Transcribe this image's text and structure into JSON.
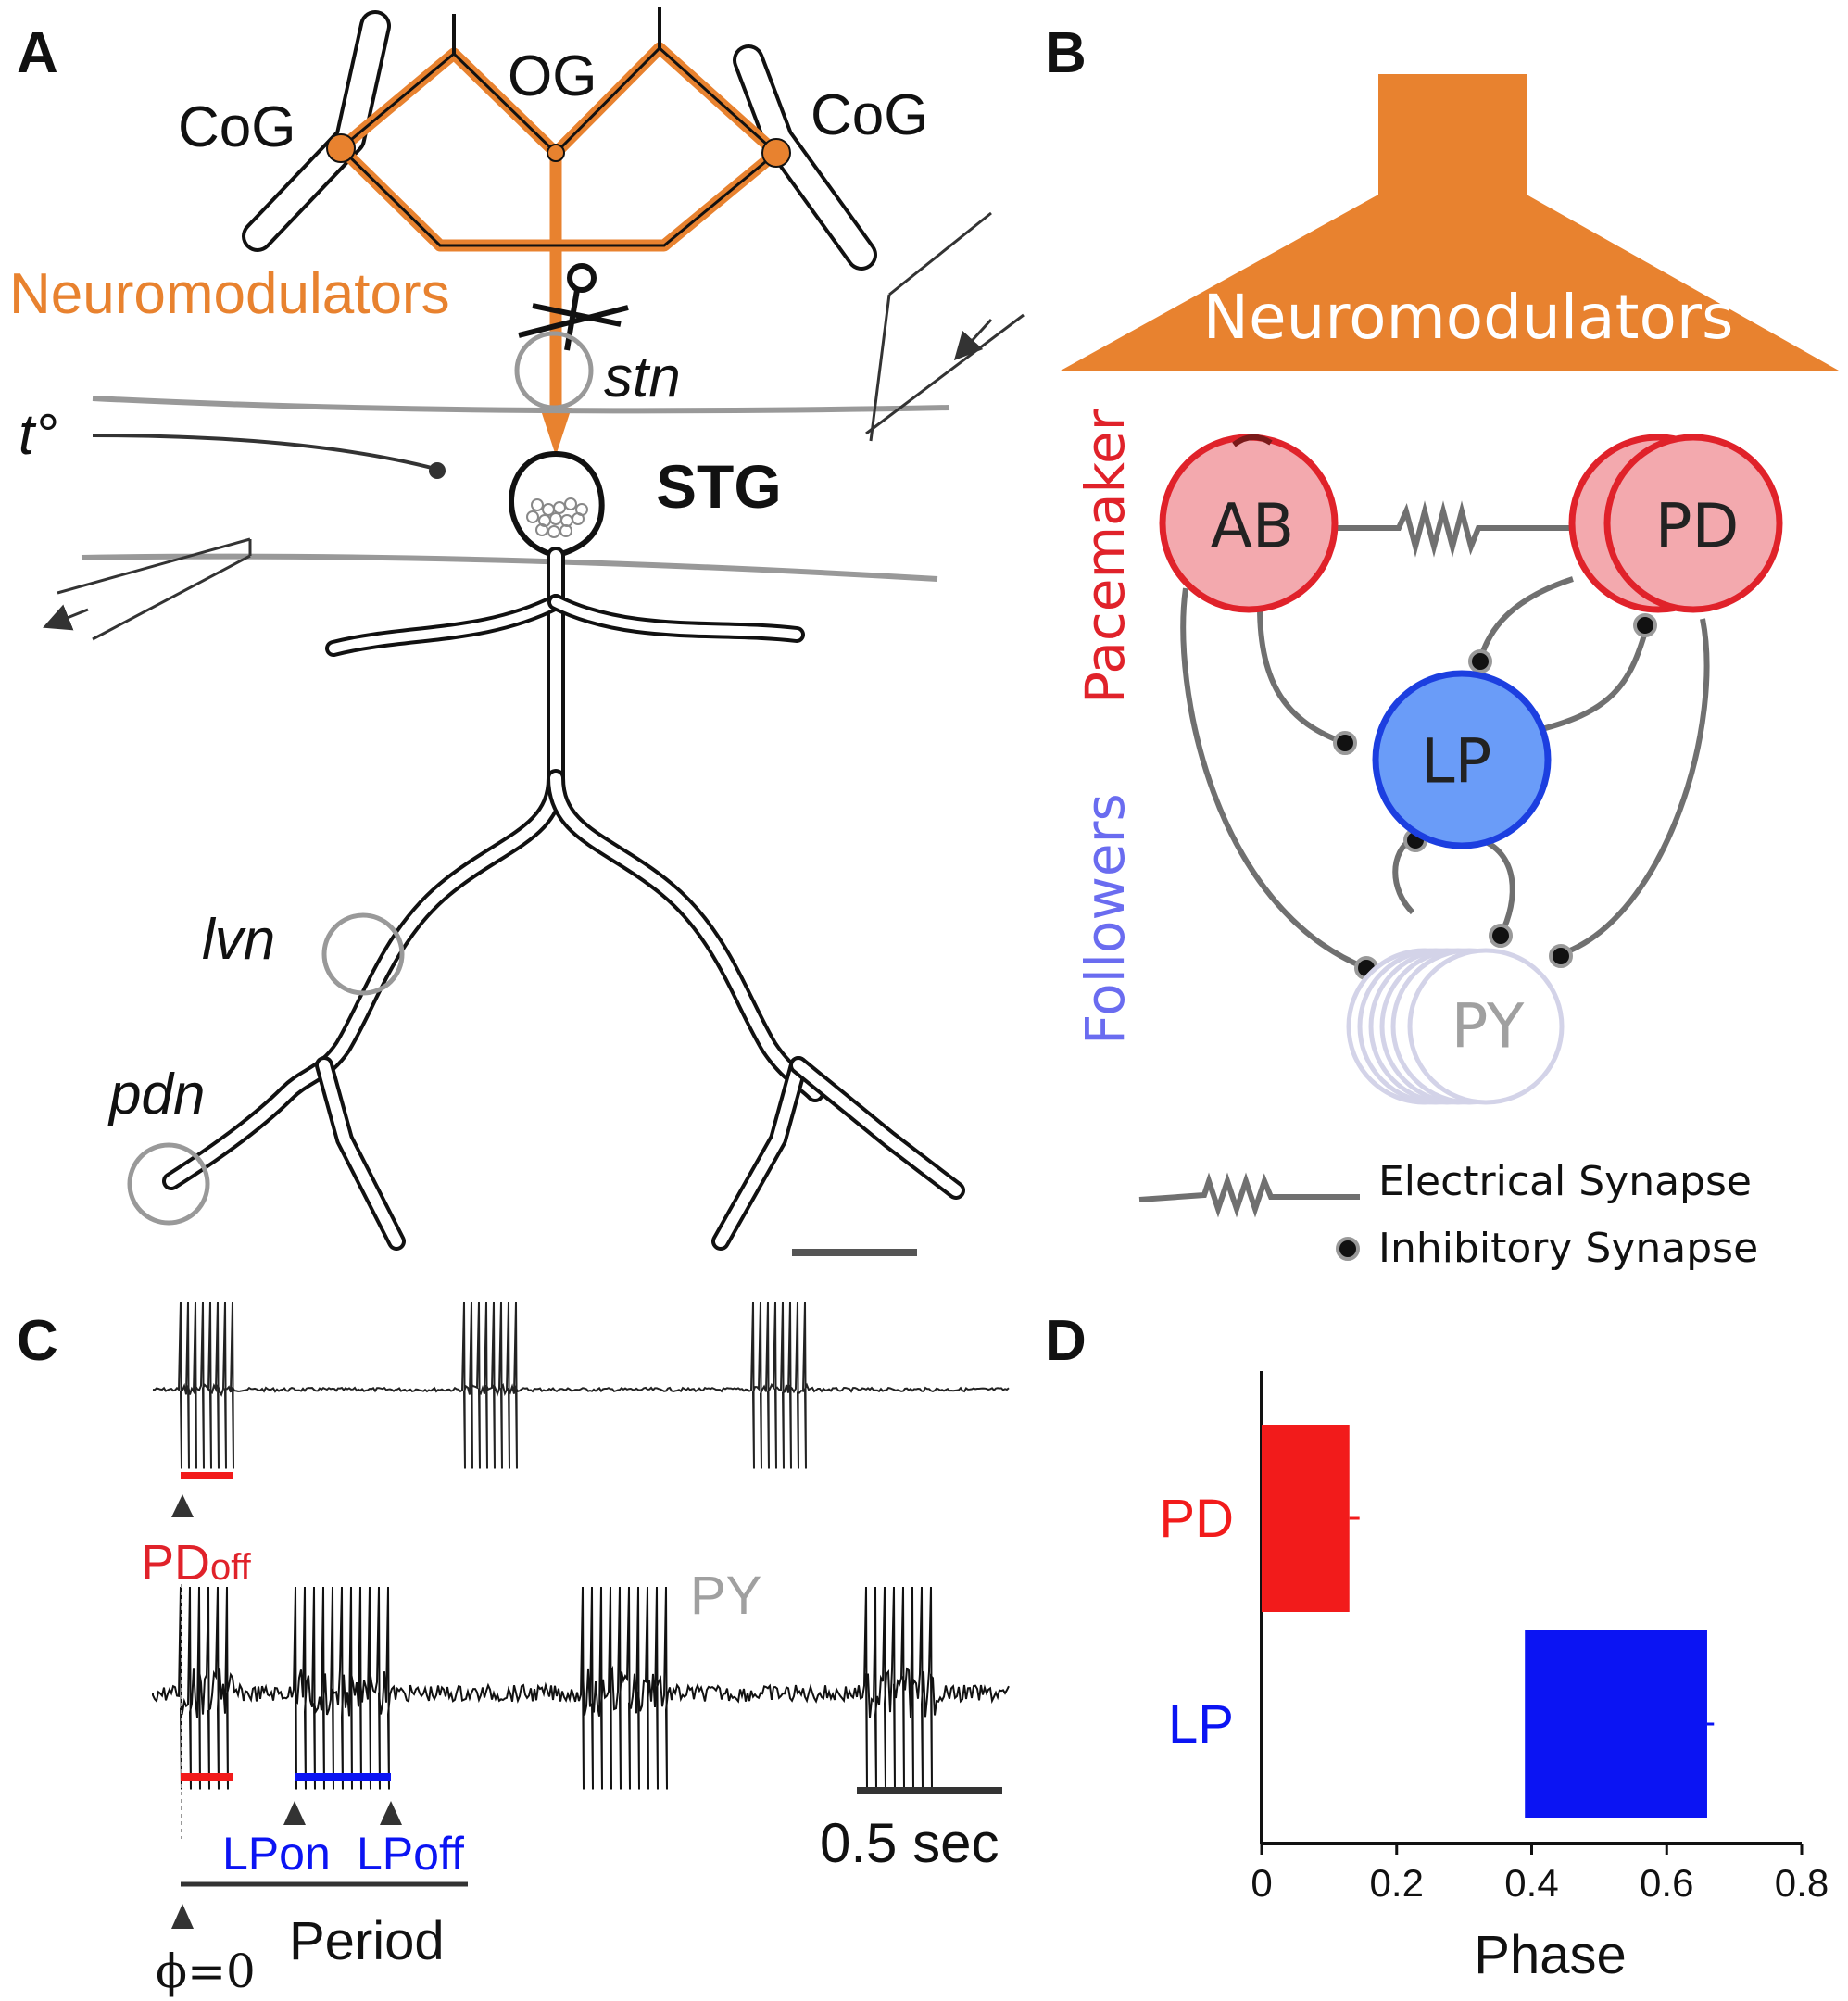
{
  "panels": {
    "a": "A",
    "b": "B",
    "c": "C",
    "d": "D"
  },
  "panel_a": {
    "cog_left": "CoG",
    "cog_right": "CoG",
    "og": "OG",
    "neuromodulators": "Neuromodulators",
    "stn": "stn",
    "temp": "t°",
    "stg": "STG",
    "lvn": "lvn",
    "pdn": "pdn"
  },
  "panel_b": {
    "neuromodulators": "Neuromodulators",
    "pacemaker": "Pacemaker",
    "followers": "Followers",
    "cells": {
      "ab": "AB",
      "pd": "PD",
      "lp": "LP",
      "py": "PY"
    },
    "legend": {
      "electrical": "Electrical Synapse",
      "inhibitory": "Inhibitory Synapse"
    }
  },
  "panel_c": {
    "pd_off_main": "PD",
    "pd_off_sub": "off",
    "py": "PY",
    "lp_on": "LPon",
    "lp_off": "LPoff",
    "phi": "ϕ=0",
    "period": "Period",
    "scale": "0.5 sec"
  },
  "colors": {
    "orange": "#e8822f",
    "pacemaker_red": "#e0222a",
    "pd_fill": "#f3a9ae",
    "lp_blue": "#1c3fe0",
    "lp_fill": "#6a9cf8",
    "py_fill": "#d3d3e8",
    "followers": "#6a6cf0",
    "py_text": "#a0a0a0",
    "pd_bar": "#f21b1b",
    "lp_bar": "#0b14f3"
  },
  "chart_data": {
    "type": "bar",
    "orientation": "horizontal",
    "categories": [
      "PD",
      "LP"
    ],
    "series": [
      {
        "category": "PD",
        "start": 0.0,
        "end": 0.13,
        "end_error": 0.015
      },
      {
        "category": "LP",
        "start": 0.39,
        "end": 0.66,
        "end_error": 0.01
      }
    ],
    "xlabel": "Phase",
    "xlim": [
      0,
      0.8
    ],
    "xticks": [
      "0",
      "0.2",
      "0.4",
      "0.6",
      "0.8"
    ],
    "grid": false
  }
}
